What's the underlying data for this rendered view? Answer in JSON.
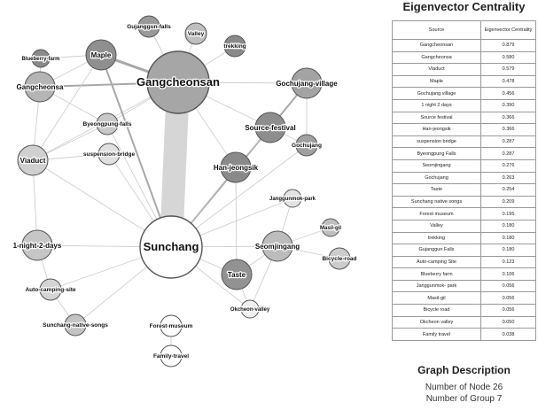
{
  "graph": {
    "nodes": [
      {
        "id": "gangcheonsan",
        "label": "Gangcheonsan",
        "tone": "#a6a6a6",
        "r": "xl"
      },
      {
        "id": "sunchang",
        "label": "Sunchang",
        "tone": "#ffffff",
        "r": "xl"
      },
      {
        "id": "maple",
        "label": "Maple",
        "tone": "#8f8f8f",
        "r": "m"
      },
      {
        "id": "gujanggun",
        "label": "Gujanggun-falls",
        "tone": "#9a9a9a",
        "r": "s"
      },
      {
        "id": "valley",
        "label": "Valley",
        "tone": "#bfbfbf",
        "r": "s"
      },
      {
        "id": "trekking",
        "label": "trekking",
        "tone": "#8a8a8a",
        "r": "s"
      },
      {
        "id": "blueberry",
        "label": "Blueberry-farm",
        "tone": "#8a8a8a",
        "r": "xs"
      },
      {
        "id": "gangcheonsa",
        "label": "Gangcheonsa",
        "tone": "#b5b5b5",
        "r": "m"
      },
      {
        "id": "gochujang-village",
        "label": "Gochujang-village",
        "tone": "#a3a3a3",
        "r": "m"
      },
      {
        "id": "byeongpung",
        "label": "Byeongpung-falls",
        "tone": "#c8c8c8",
        "r": "s"
      },
      {
        "id": "source-festival",
        "label": "Source-festival",
        "tone": "#8e8e8e",
        "r": "m"
      },
      {
        "id": "viaduct",
        "label": "Viaduct",
        "tone": "#d0d0d0",
        "r": "m"
      },
      {
        "id": "suspension",
        "label": "suspension-bridge",
        "tone": "#e0e0e0",
        "r": "s"
      },
      {
        "id": "gochujang",
        "label": "Gochujang",
        "tone": "#a0a0a0",
        "r": "s"
      },
      {
        "id": "hanjeongsik",
        "label": "Han-jeongsik",
        "tone": "#8a8a8a",
        "r": "m"
      },
      {
        "id": "janggunmok",
        "label": "Janggunmok-park",
        "tone": "#e3e3e3",
        "r": "xs"
      },
      {
        "id": "masil",
        "label": "Masil-gil",
        "tone": "#c0c0c0",
        "r": "xs"
      },
      {
        "id": "one-night",
        "label": "1-night-2-days",
        "tone": "#c6c6c6",
        "r": "m"
      },
      {
        "id": "seomjingang",
        "label": "Seomjingang",
        "tone": "#bcbcbc",
        "r": "m"
      },
      {
        "id": "bicycle",
        "label": "Bicycle-road",
        "tone": "#cccccc",
        "r": "s"
      },
      {
        "id": "taste",
        "label": "Taste",
        "tone": "#929292",
        "r": "m"
      },
      {
        "id": "auto-camping",
        "label": "Auto-camping-site",
        "tone": "#d4d4d4",
        "r": "s"
      },
      {
        "id": "okcheon",
        "label": "Okcheon-valley",
        "tone": "#f0f0f0",
        "r": "xs"
      },
      {
        "id": "native-songs",
        "label": "Sunchang-native-songs",
        "tone": "#c4c4c4",
        "r": "s"
      },
      {
        "id": "forest-museum",
        "label": "Forest-museum",
        "tone": "#ffffff",
        "r": "s"
      },
      {
        "id": "family-travel",
        "label": "Family-travel",
        "tone": "#ffffff",
        "r": "s"
      }
    ],
    "edges": [
      {
        "from": "gangcheonsan",
        "to": "sunchang",
        "weight": 5
      },
      {
        "from": "gangcheonsan",
        "to": "maple",
        "weight": 3
      },
      {
        "from": "gangcheonsan",
        "to": "gujanggun",
        "weight": 1
      },
      {
        "from": "gangcheonsan",
        "to": "valley",
        "weight": 1
      },
      {
        "from": "gangcheonsan",
        "to": "trekking",
        "weight": 1
      },
      {
        "from": "gangcheonsan",
        "to": "gangcheonsa",
        "weight": 2
      },
      {
        "from": "gangcheonsan",
        "to": "gochujang-village",
        "weight": 1
      },
      {
        "from": "gangcheonsan",
        "to": "byeongpung",
        "weight": 1
      },
      {
        "from": "gangcheonsan",
        "to": "source-festival",
        "weight": 1
      },
      {
        "from": "gangcheonsan",
        "to": "hanjeongsik",
        "weight": 1
      },
      {
        "from": "gangcheonsan",
        "to": "viaduct",
        "weight": 1
      },
      {
        "from": "maple",
        "to": "blueberry",
        "weight": 1
      },
      {
        "from": "maple",
        "to": "gangcheonsa",
        "weight": 1
      },
      {
        "from": "maple",
        "to": "sunchang",
        "weight": 2
      },
      {
        "from": "maple",
        "to": "viaduct",
        "weight": 1
      },
      {
        "from": "gangcheonsa",
        "to": "blueberry",
        "weight": 1
      },
      {
        "from": "gangcheonsa",
        "to": "viaduct",
        "weight": 1
      },
      {
        "from": "gangcheonsa",
        "to": "byeongpung",
        "weight": 1
      },
      {
        "from": "viaduct",
        "to": "suspension",
        "weight": 1
      },
      {
        "from": "viaduct",
        "to": "byeongpung",
        "weight": 1
      },
      {
        "from": "viaduct",
        "to": "sunchang",
        "weight": 1
      },
      {
        "from": "byeongpung",
        "to": "sunchang",
        "weight": 1
      },
      {
        "from": "suspension",
        "to": "sunchang",
        "weight": 1
      },
      {
        "from": "gochujang-village",
        "to": "source-festival",
        "weight": 2
      },
      {
        "from": "gochujang-village",
        "to": "gochujang",
        "weight": 1
      },
      {
        "from": "source-festival",
        "to": "sunchang",
        "weight": 2
      },
      {
        "from": "source-festival",
        "to": "gochujang",
        "weight": 1
      },
      {
        "from": "source-festival",
        "to": "hanjeongsik",
        "weight": 1
      },
      {
        "from": "gochujang",
        "to": "sunchang",
        "weight": 1
      },
      {
        "from": "hanjeongsik",
        "to": "sunchang",
        "weight": 1
      },
      {
        "from": "hanjeongsik",
        "to": "taste",
        "weight": 1
      },
      {
        "from": "sunchang",
        "to": "one-night",
        "weight": 1
      },
      {
        "from": "sunchang",
        "to": "seomjingang",
        "weight": 1
      },
      {
        "from": "sunchang",
        "to": "taste",
        "weight": 1
      },
      {
        "from": "sunchang",
        "to": "auto-camping",
        "weight": 1
      },
      {
        "from": "sunchang",
        "to": "native-songs",
        "weight": 1
      },
      {
        "from": "sunchang",
        "to": "janggunmok",
        "weight": 1
      },
      {
        "from": "sunchang",
        "to": "okcheon",
        "weight": 1
      },
      {
        "from": "one-night",
        "to": "auto-camping",
        "weight": 1
      },
      {
        "from": "one-night",
        "to": "viaduct",
        "weight": 1
      },
      {
        "from": "auto-camping",
        "to": "native-songs",
        "weight": 1
      },
      {
        "from": "seomjingang",
        "to": "janggunmok",
        "weight": 1
      },
      {
        "from": "seomjingang",
        "to": "masil",
        "weight": 1
      },
      {
        "from": "seomjingang",
        "to": "bicycle",
        "weight": 1
      },
      {
        "from": "seomjingang",
        "to": "taste",
        "weight": 1
      },
      {
        "from": "seomjingang",
        "to": "okcheon",
        "weight": 1
      },
      {
        "from": "taste",
        "to": "okcheon",
        "weight": 1
      },
      {
        "from": "forest-museum",
        "to": "family-travel",
        "weight": 1
      }
    ]
  },
  "centrality": {
    "title": "Eigenvector Centrality",
    "columns": [
      "Source",
      "Eigenvector Centrality"
    ],
    "rows": [
      [
        "Gangcheonsan",
        "0.879"
      ],
      [
        "Gangcheonsa",
        "0.580"
      ],
      [
        "Viaduct",
        "0.579"
      ],
      [
        "Maple",
        "0.478"
      ],
      [
        "Gochujang village",
        "0.456"
      ],
      [
        "1 night 2 days",
        "0.390"
      ],
      [
        "Source festival",
        "0.366"
      ],
      [
        "Han-jeongsik",
        "0.366"
      ],
      [
        "suspension bridge",
        "0.287"
      ],
      [
        "Byeongpung  Falls",
        "0.287"
      ],
      [
        "Seomjingang",
        "0.276"
      ],
      [
        "Gochujang",
        "0.263"
      ],
      [
        "Taste",
        "0.254"
      ],
      [
        "Sunchang native songs",
        "0.209"
      ],
      [
        "Forest museum",
        "0.195"
      ],
      [
        "Valley",
        "0.180"
      ],
      [
        "trekking",
        "0.180"
      ],
      [
        "Gujanggun Falls",
        "0.180"
      ],
      [
        "Auto-camping Site",
        "0.123"
      ],
      [
        "Blueberry farm",
        "0.106"
      ],
      [
        "Janggunmok- park",
        "0.056"
      ],
      [
        "Masil-gil",
        "0.056"
      ],
      [
        "Bicycle road",
        "0.056"
      ],
      [
        "Okcheon valley",
        "0.050"
      ],
      [
        "Family travel",
        "0.038"
      ]
    ]
  },
  "description": {
    "title": "Graph Description",
    "nodes_line": "Number of Node 26",
    "groups_line": "Number of Group 7"
  }
}
